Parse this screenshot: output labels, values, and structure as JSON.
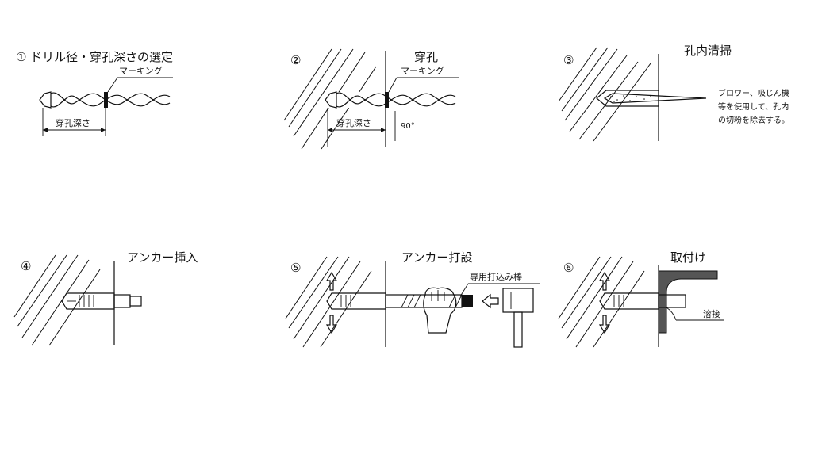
{
  "steps": [
    {
      "number": "①",
      "title": "ドリル径・穿孔深さの選定",
      "labels": {
        "marking": "マーキング",
        "depth": "穿孔深さ"
      }
    },
    {
      "number": "②",
      "title": "穿孔",
      "labels": {
        "marking": "マーキング",
        "depth": "穿孔深さ",
        "angle": "90°"
      }
    },
    {
      "number": "③",
      "title": "孔内清掃",
      "labels": {
        "note_line1": "ブロワー、吸じん機",
        "note_line2": "等を使用して、孔内",
        "note_line3": "の切粉を除去する。"
      }
    },
    {
      "number": "④",
      "title": "アンカー挿入",
      "labels": {}
    },
    {
      "number": "⑤",
      "title": "アンカー打設",
      "labels": {
        "tool": "専用打込み棒"
      }
    },
    {
      "number": "⑥",
      "title": "取付け",
      "labels": {
        "weld": "溶接"
      }
    }
  ]
}
